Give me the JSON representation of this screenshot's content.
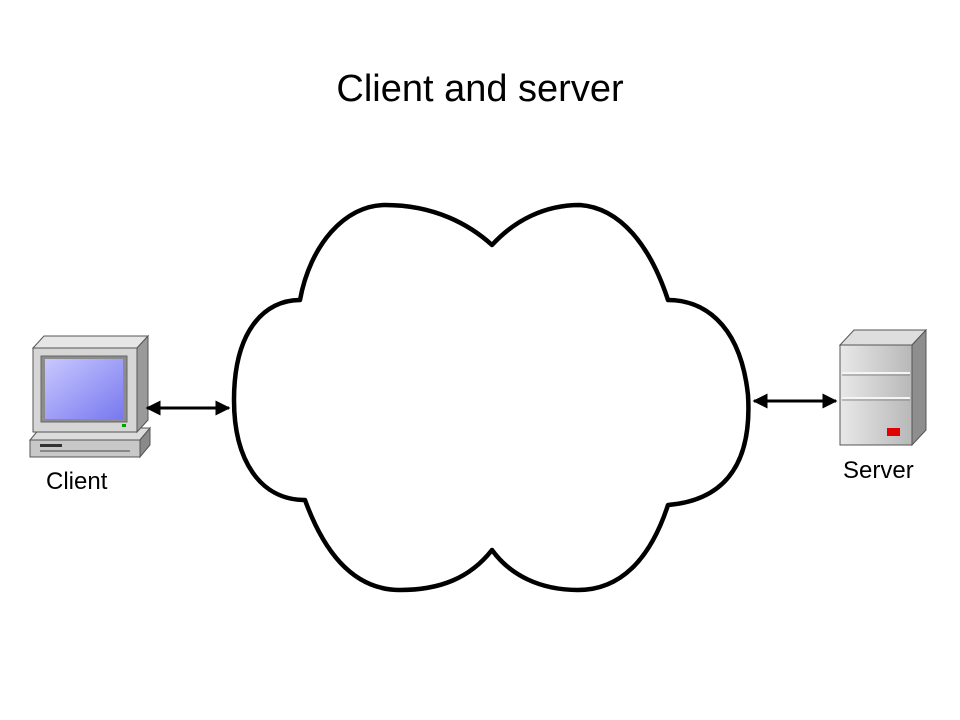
{
  "title": "Client and server",
  "nodes": {
    "client": {
      "label": "Client",
      "icon": "desktop-computer-icon"
    },
    "network": {
      "icon": "cloud-icon"
    },
    "server": {
      "label": "Server",
      "icon": "server-tower-icon"
    }
  },
  "colors": {
    "outline": "#000000",
    "screen": "#9999ff",
    "case": "#c8c8c8",
    "server_case": "#c0c0c0",
    "server_led": "#e00000",
    "client_led": "#00a000"
  }
}
